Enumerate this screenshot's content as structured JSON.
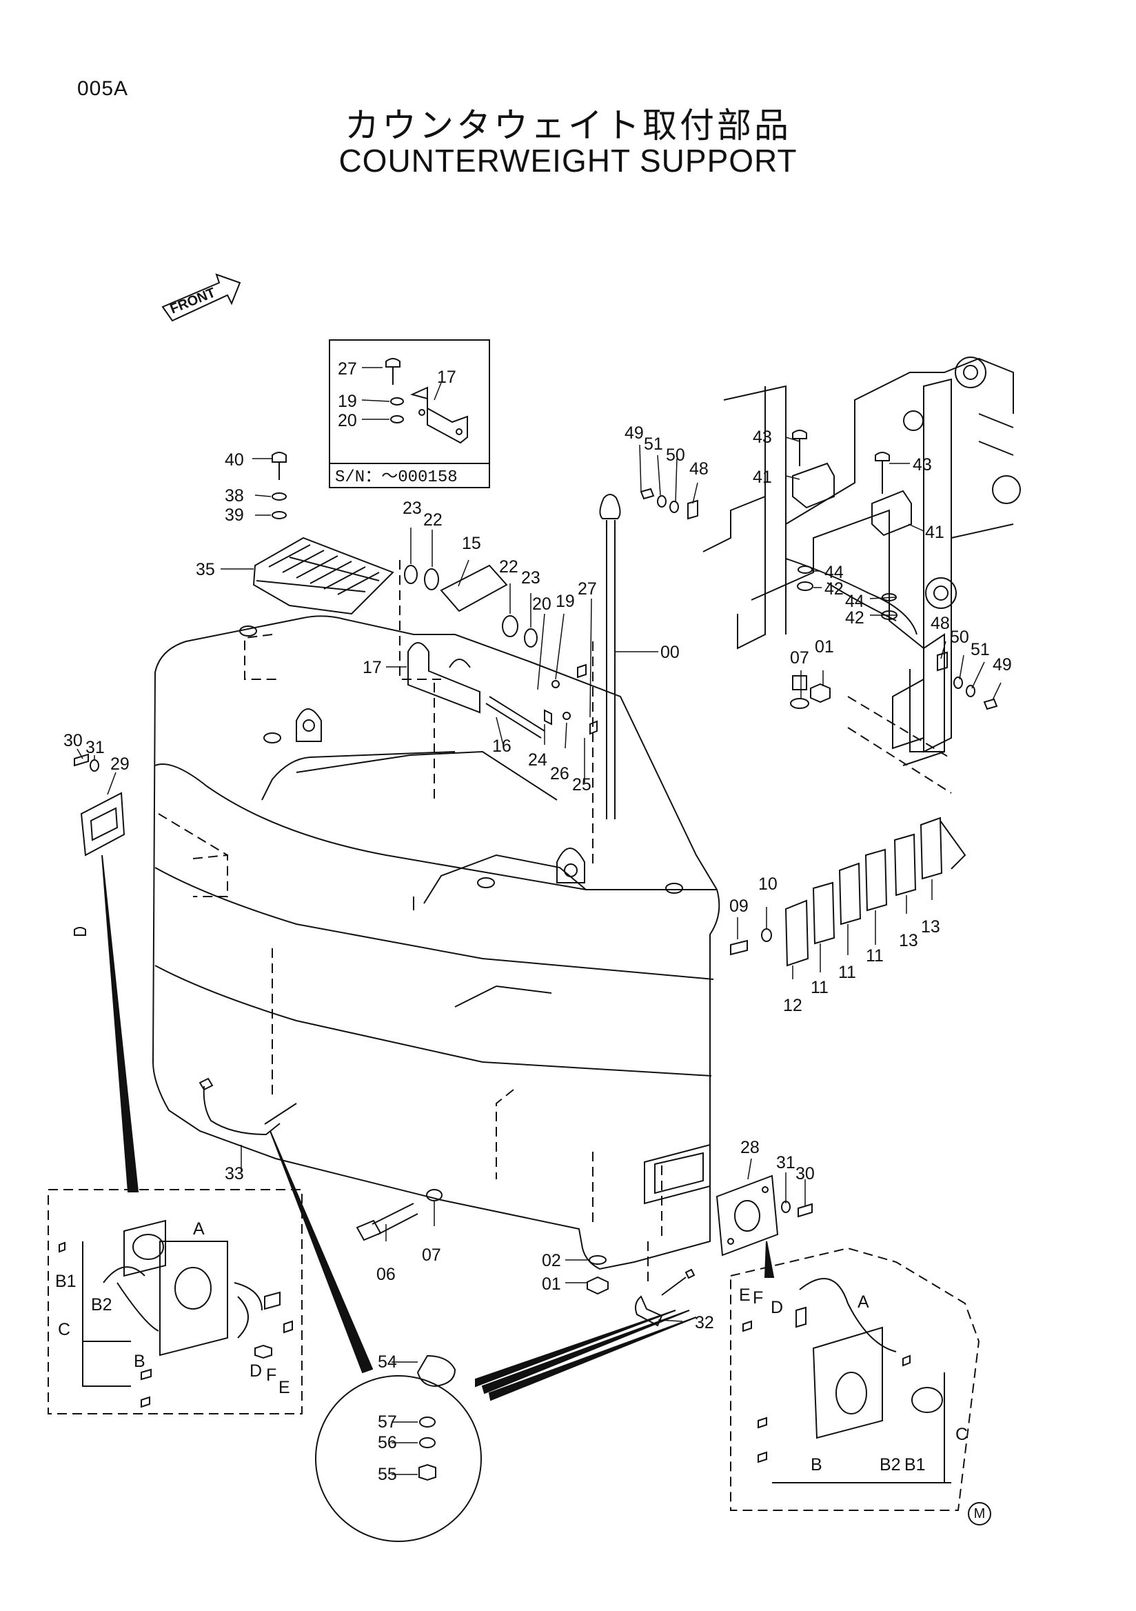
{
  "header": {
    "page_code": "005A",
    "title_jp": "カウンタウェイト取付部品",
    "title_en": "COUNTERWEIGHT SUPPORT"
  },
  "orientation": {
    "label": "FRONT"
  },
  "inset": {
    "serial_note": "S/N：～000158"
  },
  "parts": [
    {
      "id": "p27a",
      "text": "27"
    },
    {
      "id": "p17a",
      "text": "17"
    },
    {
      "id": "p19a",
      "text": "19"
    },
    {
      "id": "p20a",
      "text": "20"
    },
    {
      "id": "p40",
      "text": "40"
    },
    {
      "id": "p38",
      "text": "38"
    },
    {
      "id": "p39",
      "text": "39"
    },
    {
      "id": "p35",
      "text": "35"
    },
    {
      "id": "p23a",
      "text": "23"
    },
    {
      "id": "p22a",
      "text": "22"
    },
    {
      "id": "p15",
      "text": "15"
    },
    {
      "id": "p22b",
      "text": "22"
    },
    {
      "id": "p23b",
      "text": "23"
    },
    {
      "id": "p19b",
      "text": "19"
    },
    {
      "id": "p27b",
      "text": "27"
    },
    {
      "id": "p20b",
      "text": "20"
    },
    {
      "id": "p00",
      "text": "00"
    },
    {
      "id": "p17b",
      "text": "17"
    },
    {
      "id": "p16",
      "text": "16"
    },
    {
      "id": "p24",
      "text": "24"
    },
    {
      "id": "p26",
      "text": "26"
    },
    {
      "id": "p25",
      "text": "25"
    },
    {
      "id": "p49a",
      "text": "49"
    },
    {
      "id": "p51a",
      "text": "51"
    },
    {
      "id": "p50a",
      "text": "50"
    },
    {
      "id": "p48a",
      "text": "48"
    },
    {
      "id": "p43a",
      "text": "43"
    },
    {
      "id": "p43b",
      "text": "43"
    },
    {
      "id": "p41a",
      "text": "41"
    },
    {
      "id": "p41b",
      "text": "41"
    },
    {
      "id": "p44a",
      "text": "44"
    },
    {
      "id": "p42a",
      "text": "42"
    },
    {
      "id": "p44b",
      "text": "44"
    },
    {
      "id": "p42b",
      "text": "42"
    },
    {
      "id": "p48b",
      "text": "48"
    },
    {
      "id": "p50b",
      "text": "50"
    },
    {
      "id": "p51b",
      "text": "51"
    },
    {
      "id": "p49b",
      "text": "49"
    },
    {
      "id": "p07a",
      "text": "07"
    },
    {
      "id": "p01a",
      "text": "01"
    },
    {
      "id": "p30a",
      "text": "30"
    },
    {
      "id": "p31a",
      "text": "31"
    },
    {
      "id": "p29",
      "text": "29"
    },
    {
      "id": "p09",
      "text": "09"
    },
    {
      "id": "p10",
      "text": "10"
    },
    {
      "id": "p12",
      "text": "12"
    },
    {
      "id": "p11a",
      "text": "11"
    },
    {
      "id": "p11b",
      "text": "11"
    },
    {
      "id": "p11c",
      "text": "11"
    },
    {
      "id": "p13a",
      "text": "13"
    },
    {
      "id": "p13b",
      "text": "13"
    },
    {
      "id": "p33",
      "text": "33"
    },
    {
      "id": "p06",
      "text": "06"
    },
    {
      "id": "p07b",
      "text": "07"
    },
    {
      "id": "p02",
      "text": "02"
    },
    {
      "id": "p01b",
      "text": "01"
    },
    {
      "id": "p32",
      "text": "32"
    },
    {
      "id": "p28",
      "text": "28"
    },
    {
      "id": "p31b",
      "text": "31"
    },
    {
      "id": "p30b",
      "text": "30"
    },
    {
      "id": "p54",
      "text": "54"
    },
    {
      "id": "p57",
      "text": "57"
    },
    {
      "id": "p56",
      "text": "56"
    },
    {
      "id": "p55",
      "text": "55"
    },
    {
      "id": "lA1",
      "text": "A"
    },
    {
      "id": "lB1a",
      "text": "B1"
    },
    {
      "id": "lB2a",
      "text": "B2"
    },
    {
      "id": "lC1",
      "text": "C"
    },
    {
      "id": "lBa",
      "text": "B"
    },
    {
      "id": "lDa",
      "text": "D"
    },
    {
      "id": "lFa",
      "text": "F"
    },
    {
      "id": "lEa",
      "text": "E"
    },
    {
      "id": "lEb",
      "text": "E"
    },
    {
      "id": "lFb",
      "text": "F"
    },
    {
      "id": "lDb",
      "text": "D"
    },
    {
      "id": "lA2",
      "text": "A"
    },
    {
      "id": "lC2",
      "text": "C"
    },
    {
      "id": "lBb",
      "text": "B"
    },
    {
      "id": "lB2b",
      "text": "B2"
    },
    {
      "id": "lB1b",
      "text": "B1"
    }
  ],
  "footer": {
    "mark": "M"
  }
}
